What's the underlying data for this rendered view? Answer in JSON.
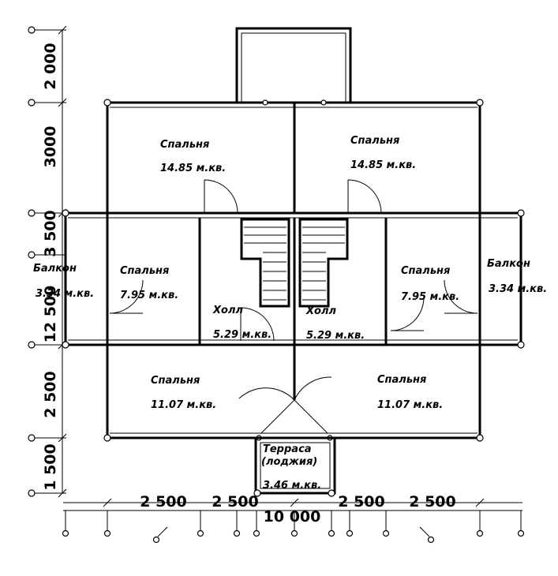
{
  "rooms": {
    "bedroom_top_left": {
      "name": "Спальня",
      "area": "14.85 м.кв."
    },
    "bedroom_top_right": {
      "name": "Спальня",
      "area": "14.85 м.кв."
    },
    "balcony_left": {
      "name": "Балкон",
      "area": "3.34 м.кв."
    },
    "bedroom_mid_left": {
      "name": "Спальня",
      "area": "7.95 м.кв."
    },
    "hall_left": {
      "name": "Холл",
      "area": "5.29 м.кв."
    },
    "hall_right": {
      "name": "Холл",
      "area": "5.29 м.кв."
    },
    "bedroom_mid_right": {
      "name": "Спальня",
      "area": "7.95 м.кв."
    },
    "balcony_right": {
      "name": "Балкон",
      "area": "3.34 м.кв."
    },
    "bedroom_bottom_left": {
      "name": "Спальня",
      "area": "11.07 м.кв."
    },
    "bedroom_bottom_right": {
      "name": "Спальня",
      "area": "11.07 м.кв."
    },
    "terrace": {
      "name_line1": "Терраса",
      "name_line2": "(лоджия)",
      "area": "3.46 м.кв."
    }
  },
  "dimensions": {
    "vertical": [
      "2 000",
      "3000",
      "3 500",
      "12 500",
      "2 500",
      "1 500"
    ],
    "horizontal": [
      "2 500",
      "2 500",
      "2 500",
      "2 500"
    ],
    "total_horizontal": "10 000"
  }
}
